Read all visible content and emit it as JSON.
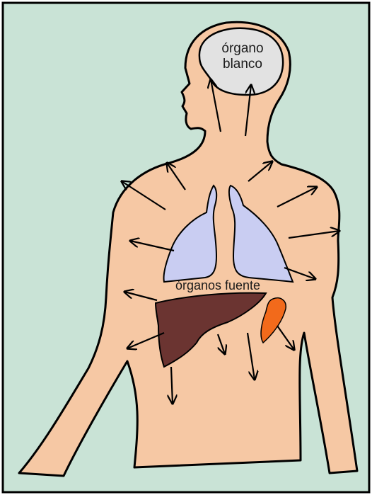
{
  "labels": {
    "target_line1": "órgano",
    "target_line2": "blanco",
    "source": "órganos fuente"
  },
  "colors": {
    "background": "#c9e3d6",
    "skin": "#f6c8a4",
    "brain": "#e2e2e2",
    "lungs": "#c9cdf2",
    "liver": "#6b3431",
    "pancreas": "#f26a1b",
    "outline": "#000000"
  }
}
